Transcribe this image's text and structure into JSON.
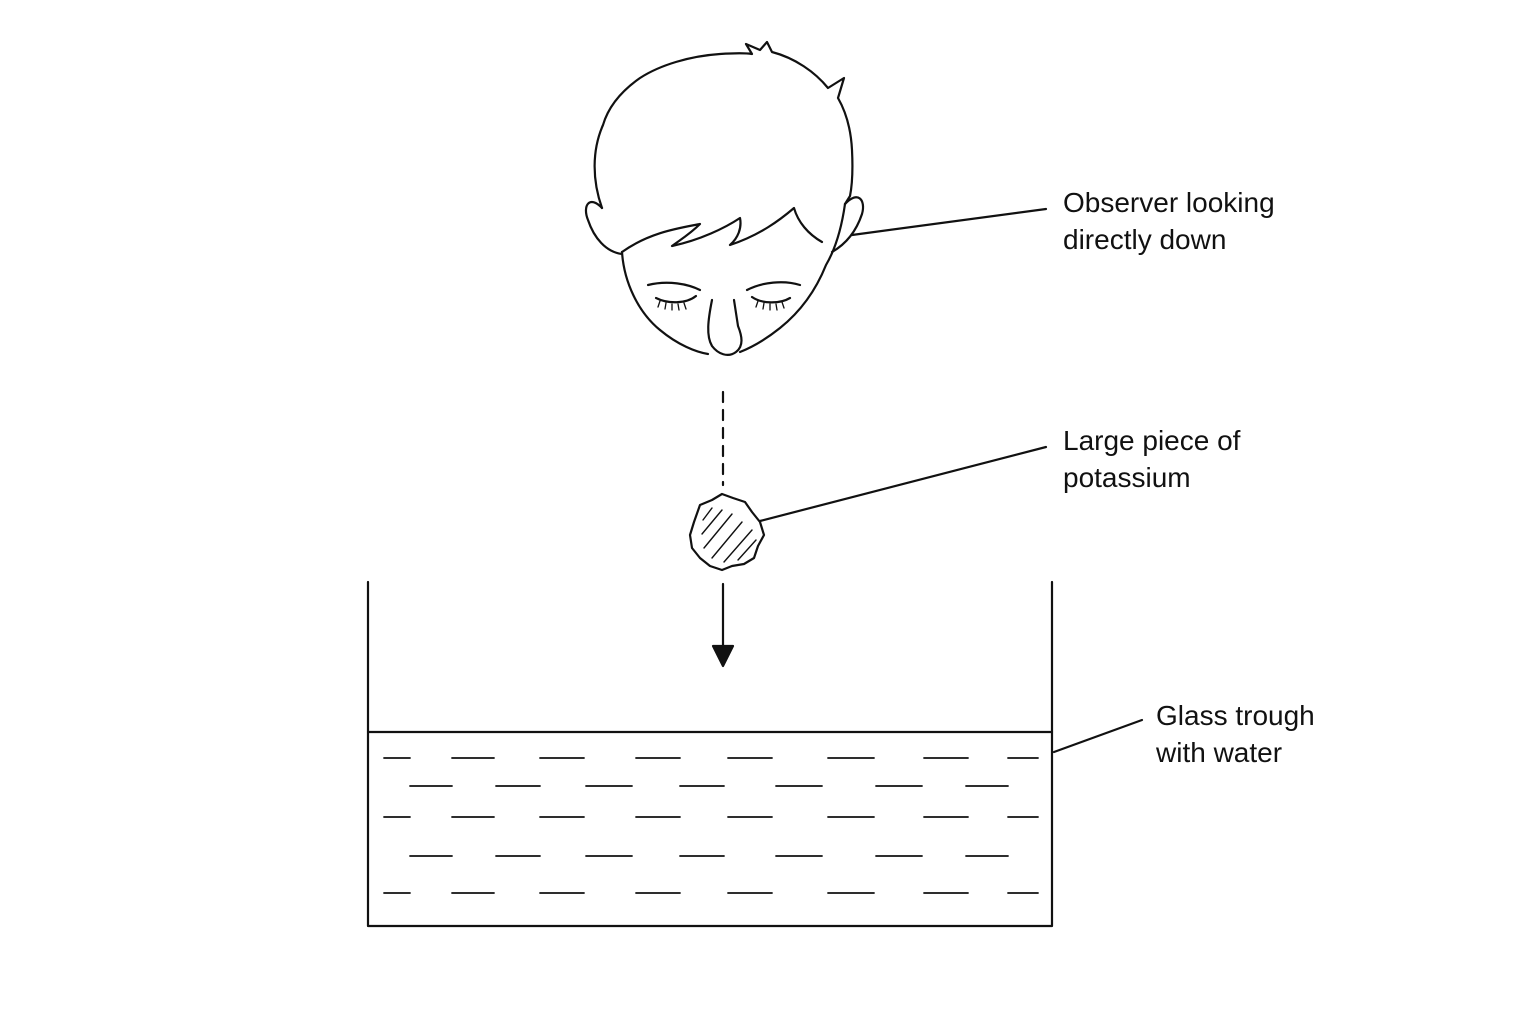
{
  "labels": {
    "observer": {
      "line1": "Observer looking",
      "line2": "directly down"
    },
    "potassium": {
      "line1": "Large piece of",
      "line2": "potassium"
    },
    "trough": {
      "line1": "Glass trough",
      "line2": "with water"
    }
  },
  "colors": {
    "stroke": "#111111",
    "background": "#ffffff"
  }
}
